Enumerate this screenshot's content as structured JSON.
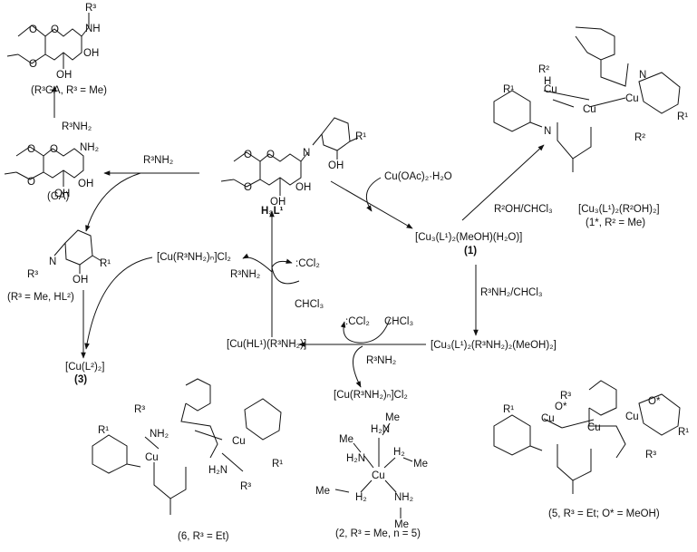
{
  "title": "Reaction scheme: copper complexes of glucosamine-derived Schiff base ligand",
  "compounds": {
    "r3ga": {
      "label": "(R³GA, R³ = Me)",
      "substituent": "R³",
      "amine": "NH"
    },
    "ga": {
      "label": "(GA)",
      "amine": "NH₂"
    },
    "h3l1": {
      "label": "H₃L¹",
      "substituent": "R¹"
    },
    "hl2": {
      "label": "(R³ = Me, HL²)",
      "substituent_n": "R³",
      "substituent_r": "R¹"
    },
    "cu_l2": {
      "formula": "[Cu(L²)₂]",
      "number": "(3)"
    },
    "c1": {
      "formula": "[Cu₃(L¹)₂(MeOH)(H₂O)]",
      "number": "(1)"
    },
    "c1star": {
      "formula": "[Cu₃(L¹)₂(R²OH)₂]",
      "number": "(1*, R² = Me)"
    },
    "c_amine": {
      "formula": "[Cu₃(L¹)₂(R³NH₂)₂(MeOH)₂]"
    },
    "cu_hl1": {
      "formula": "[Cu(HL¹)(R³NH₂)]"
    },
    "cu_amine_left": {
      "formula": "[Cu(R³NH₂)ₙ]Cl₂"
    },
    "cu_amine_bottom": {
      "formula": "[Cu(R³NH₂)ₙ]Cl₂"
    },
    "c2": {
      "label": "(2, R³ = Me, n = 5)"
    },
    "c5": {
      "label": "(5, R³ = Et; O* = MeOH)"
    },
    "c6": {
      "label": "(6, R³ = Et)"
    }
  },
  "reagents": {
    "r3nh2_up": "R³NH₂",
    "r3nh2_left": "R³NH₂",
    "cu_oac": "Cu(OAc)₂·H₂O",
    "r2oh_chcl3": "R²OH/CHCl₃",
    "r3nh2_chcl3": "R³NH₂/CHCl₃",
    "ccl2_a": ":CCl₂",
    "chcl3_a": "CHCl₃",
    "r3nh2_mid": "R³NH₂",
    "ccl2_b": ":CCl₂",
    "chcl3_b": "CHCl₃",
    "r3nh2_bottom": "R³NH₂"
  },
  "atoms": {
    "O": "O",
    "OH": "OH",
    "N": "N",
    "NH2": "NH₂",
    "H2N": "H₂N",
    "Cu": "Cu",
    "R1": "R¹",
    "R2": "R²",
    "R3": "R³",
    "Me": "Me",
    "H": "H",
    "H2": "H₂",
    "Ostar": "O*",
    "NH": "NH"
  }
}
